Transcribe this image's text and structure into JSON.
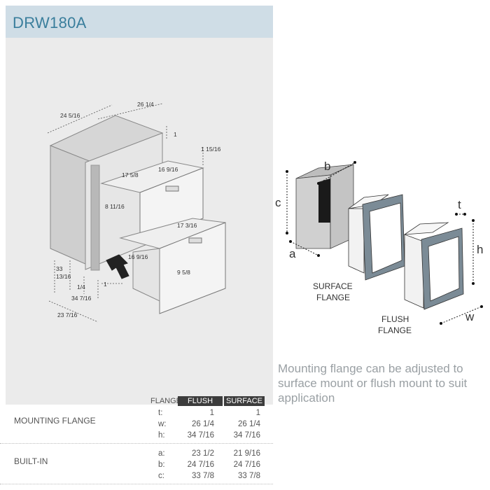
{
  "header": {
    "title": "DRW180A"
  },
  "drawing_labels": {
    "d_26_1_4": "26 1/4",
    "d_24_5_16": "24 5/16",
    "d_1": "1",
    "d_1_15_16": "1 15/16",
    "d_17_5_8": "17 5/8",
    "d_16_9_16_a": "16 9/16",
    "d_8_11_16": "8 11/16",
    "d_17_3_16": "17 3/16",
    "d_16_9_16_b": "16 9/16",
    "d_9_5_8": "9 5/8",
    "d_33_13_16_a": "33",
    "d_33_13_16_b": "13/16",
    "d_1_4": "1/4",
    "d_1_b": "1",
    "d_34_7_16": "34 7/16",
    "d_23_7_16": "23 7/16"
  },
  "flange_diagram": {
    "b": "b",
    "c": "c",
    "a": "a",
    "t": "t",
    "h": "h",
    "w": "w",
    "surface_1": "SURFACE",
    "surface_2": "FLANGE",
    "flush_1": "FLUSH",
    "flush_2": "FLANGE"
  },
  "note": "Mounting flange can be adjusted to surface mount or flush mount to suit application",
  "table": {
    "flange_label": "FLANGE",
    "col_flush": "FLUSH",
    "col_surface": "SURFACE",
    "mounting": {
      "label": "MOUNTING FLANGE",
      "rows": [
        {
          "key": "t:",
          "flush": "1",
          "surface": "1"
        },
        {
          "key": "w:",
          "flush": "26  1/4",
          "surface": "26  1/4"
        },
        {
          "key": "h:",
          "flush": "34  7/16",
          "surface": "34  7/16"
        }
      ]
    },
    "builtin": {
      "label": "BUILT-IN",
      "rows": [
        {
          "key": "a:",
          "flush": "23 1/2",
          "surface": "21 9/16"
        },
        {
          "key": "b:",
          "flush": "24 7/16",
          "surface": "24 7/16"
        },
        {
          "key": "c:",
          "flush": "33 7/8",
          "surface": "33 7/8"
        }
      ]
    }
  }
}
